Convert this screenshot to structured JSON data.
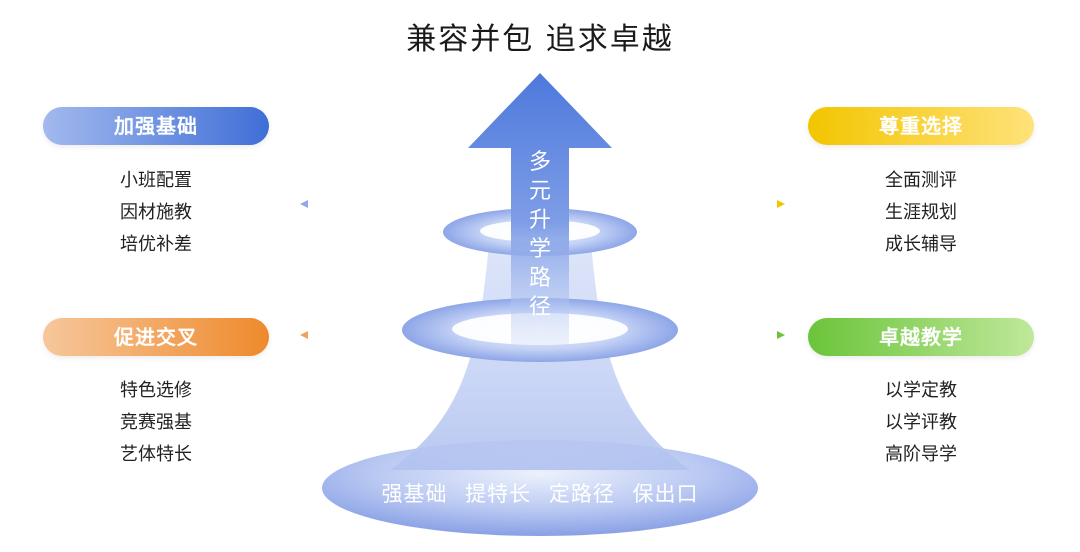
{
  "title": "兼容并包  追求卓越",
  "center": {
    "vertical_chars": [
      "多",
      "元",
      "升",
      "学",
      "路",
      "径"
    ],
    "base_text": "强基础  提特长  定路径  保出口"
  },
  "categories": [
    {
      "id": "top_left",
      "label": "加强基础",
      "color": "#3f6fd6",
      "items": [
        "小班配置",
        "因材施教",
        "培优补差"
      ]
    },
    {
      "id": "bottom_left",
      "label": "促进交叉",
      "color": "#ee8a2c",
      "items": [
        "特色选修",
        "竞赛强基",
        "艺体特长"
      ]
    },
    {
      "id": "top_right",
      "label": "尊重选择",
      "color": "#f2c500",
      "items": [
        "全面测评",
        "生涯规划",
        "成长辅导"
      ]
    },
    {
      "id": "bottom_right",
      "label": "卓越教学",
      "color": "#6bc43a",
      "items": [
        "以学定教",
        "以学评教",
        "高阶导学"
      ]
    }
  ]
}
